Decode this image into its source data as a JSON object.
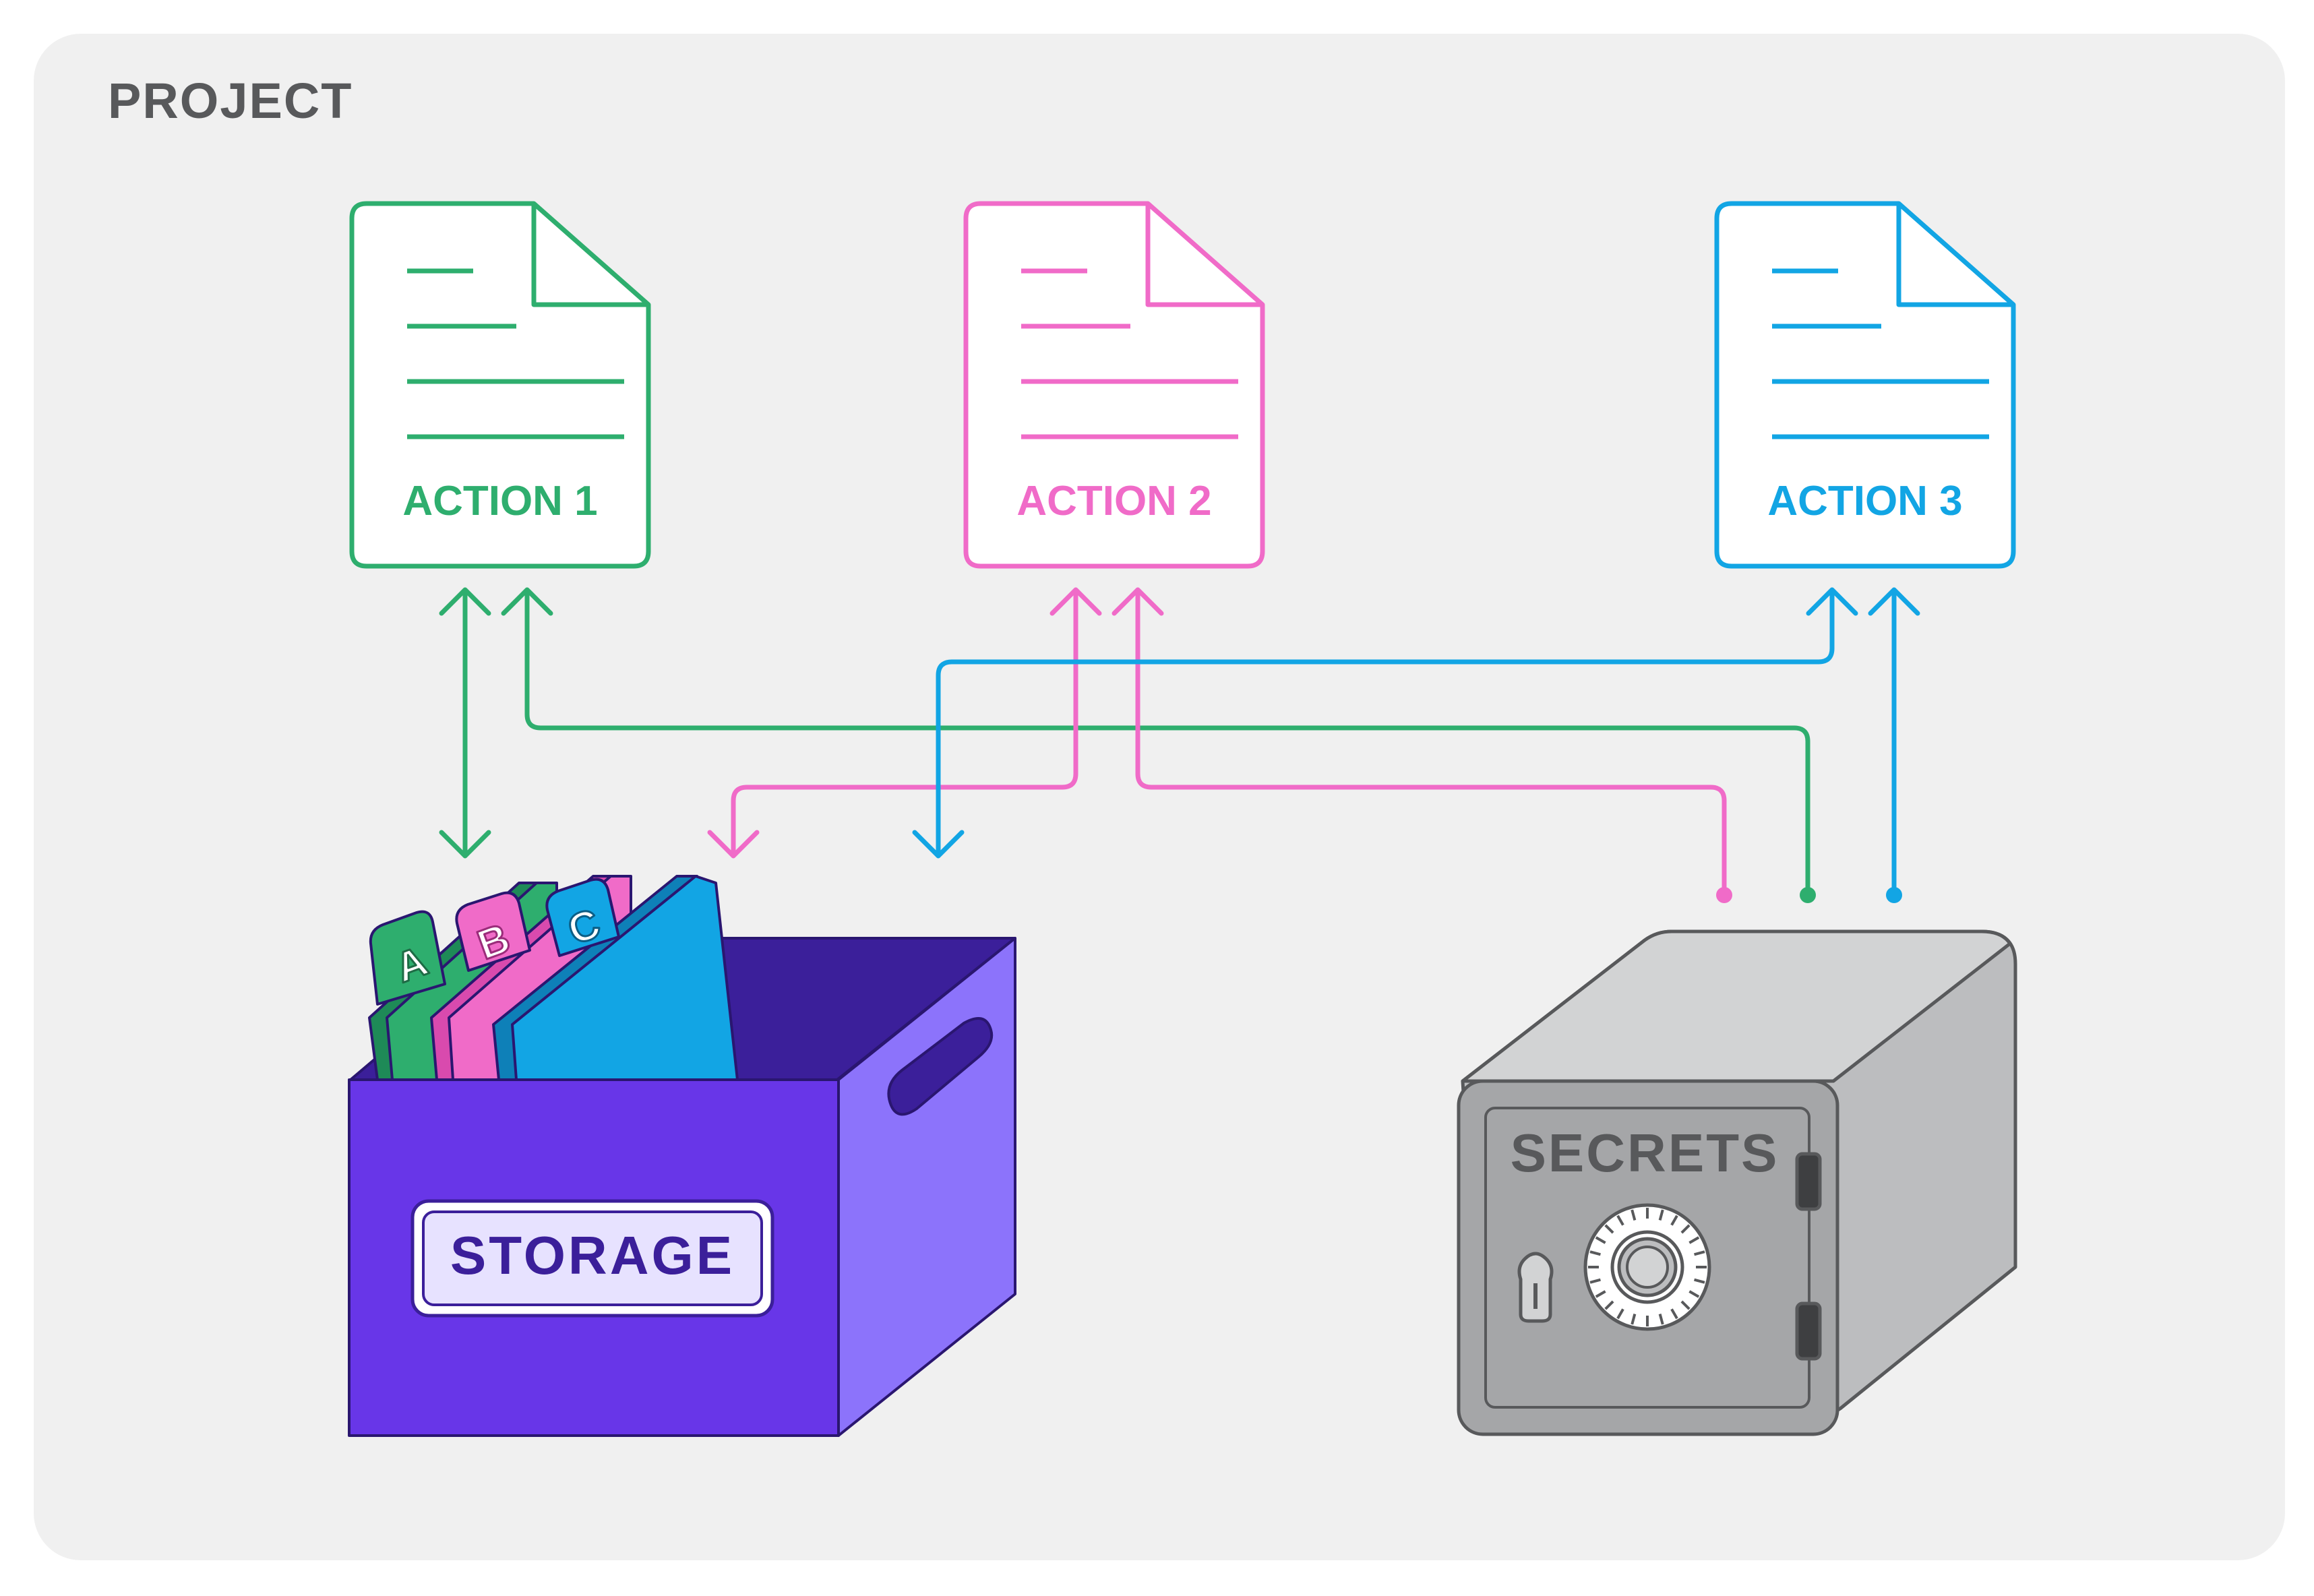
{
  "project": {
    "label": "PROJECT"
  },
  "actions": [
    {
      "id": "action-1",
      "label": "ACTION 1",
      "color": "#2EAE6E"
    },
    {
      "id": "action-2",
      "label": "ACTION 2",
      "color": "#F06BC8"
    },
    {
      "id": "action-3",
      "label": "ACTION 3",
      "color": "#12A5E4"
    }
  ],
  "storage": {
    "label": "STORAGE",
    "tabs": [
      "A",
      "B",
      "C"
    ],
    "colors": {
      "front": "#6836E8",
      "side": "#8C73FB",
      "inside": "#3B1F9A",
      "label_bg": "#E7E2FF",
      "label_text": "#3B1F9A"
    }
  },
  "secrets": {
    "label": "SECRETS",
    "colors": {
      "front": "#A5A6A8",
      "side": "#BCBDBF",
      "top": "#D2D3D4",
      "text": "#58595B"
    }
  },
  "colors": {
    "panel": "#F0F0F0",
    "project_text": "#58595B"
  }
}
